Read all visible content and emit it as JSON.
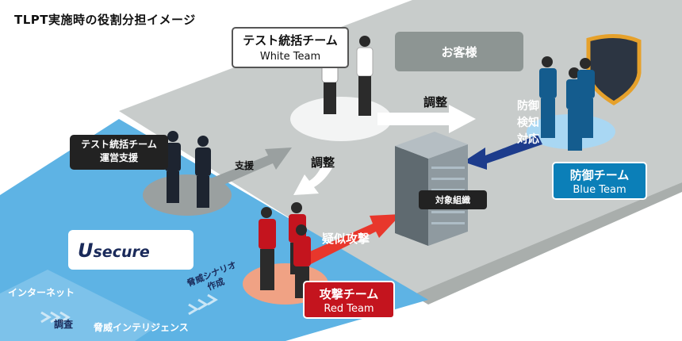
{
  "title": "TLPT実施時の役割分担イメージ",
  "white_team": {
    "jp": "テスト統括チーム",
    "en": "White Team"
  },
  "customer": "お客様",
  "support_team": {
    "line1": "テスト統括チーム",
    "line2": "運営支援"
  },
  "arrows": {
    "support": "支援",
    "coord_top": "調整",
    "coord_mid": "調整",
    "attack": "疑似攻撃"
  },
  "defense_text": {
    "line1": "防御",
    "line2": "検知",
    "line3": "対応"
  },
  "blue_team": {
    "jp": "防御チーム",
    "en": "Blue Team"
  },
  "target_org": "対象組織",
  "red_team": {
    "jp": "攻撃チーム",
    "en": "Red Team"
  },
  "logo": "secure",
  "logo_mark": "U",
  "intel": {
    "internet": "インターネット",
    "survey": "調査",
    "threat_intel": "脅威インテリジェンス",
    "scenario_line1": "脅威シナリオ",
    "scenario_line2": "作成"
  },
  "colors": {
    "platform": "#c8cccb",
    "platform_top": "#d3d6d5",
    "blue_floor": "#5eb3e4",
    "blue_team": "#0b7fb8",
    "red_team": "#c4141e",
    "customer": "#8d9593"
  }
}
